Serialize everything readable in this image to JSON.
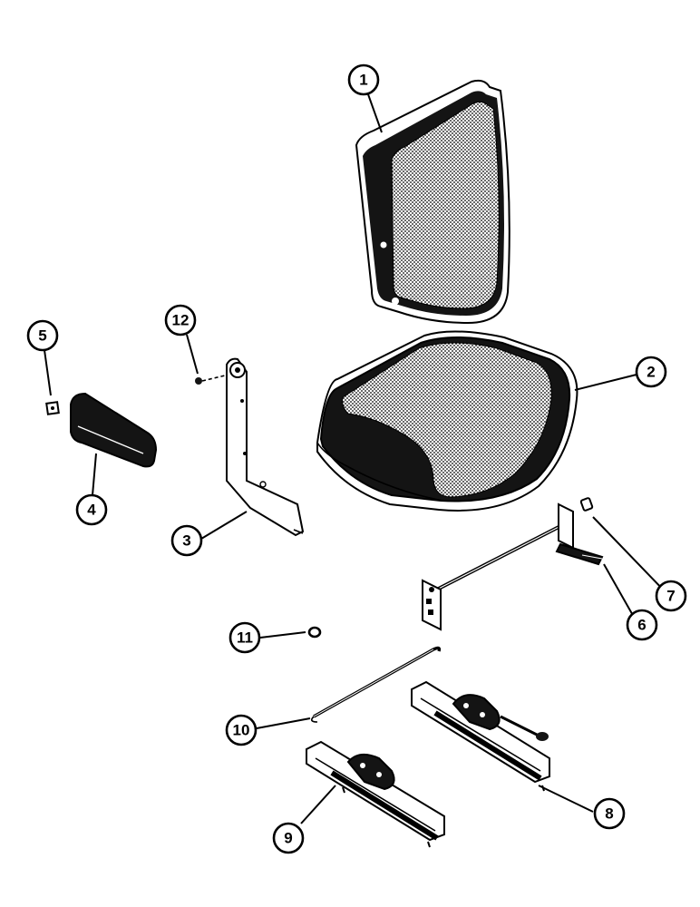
{
  "callouts": {
    "c1": "1",
    "c2": "2",
    "c3": "3",
    "c4": "4",
    "c5": "5",
    "c6": "6",
    "c7": "7",
    "c8": "8",
    "c9": "9",
    "c10": "10",
    "c11": "11",
    "c12": "12"
  },
  "colors": {
    "ink": "#000000",
    "paper": "#ffffff",
    "upholstery_dark": "#141414"
  }
}
